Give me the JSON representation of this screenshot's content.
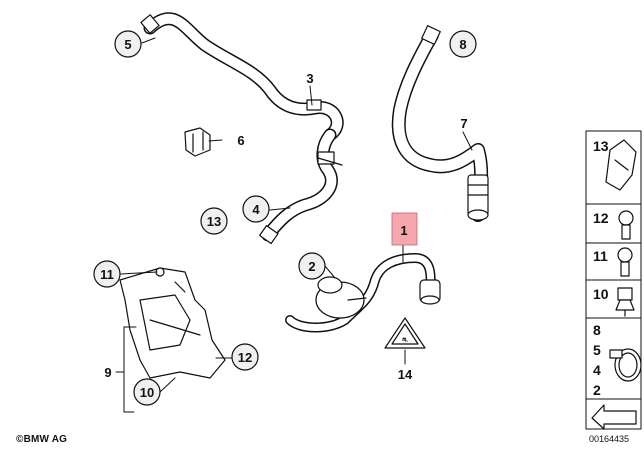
{
  "callouts": {
    "c5": "5",
    "c8": "8",
    "c3": "3",
    "c6": "6",
    "c7": "7",
    "c13": "13",
    "c4": "4",
    "c1": "1",
    "c2": "2",
    "c11": "11",
    "c9": "9",
    "c12": "12",
    "c10": "10",
    "c14": "14"
  },
  "sidebar": {
    "r13": "13",
    "r12": "12",
    "r11": "11",
    "r10": "10",
    "r8": "8",
    "r5": "5",
    "r4": "4",
    "r2": "2"
  },
  "footer": {
    "copyright": "©BMW AG",
    "drawing_number": "00164435"
  },
  "colors": {
    "highlight": "#f4a8ad",
    "line": "#111111",
    "part_fill": "#ffffff",
    "circle_fill": "#f0f0f0"
  }
}
